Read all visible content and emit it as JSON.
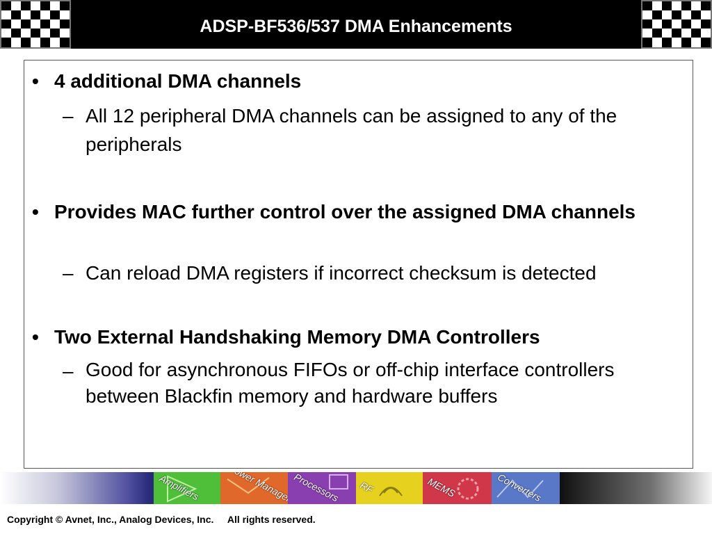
{
  "slide": {
    "title": "ADSP-BF536/537 DMA Enhancements",
    "bullets": [
      {
        "text": "4 additional DMA channels",
        "subs": [
          "All 12 peripheral DMA channels can be assigned to any of the peripherals"
        ]
      },
      {
        "text": "Provides MAC further control over the assigned DMA channels",
        "subs": [
          "Can reload DMA registers if incorrect checksum is detected"
        ]
      },
      {
        "text": "Two External Handshaking Memory DMA Controllers",
        "subs": [
          "Good for asynchronous FIFOs or off-chip interface controllers between Blackfin memory and hardware buffers"
        ]
      }
    ],
    "bullet_glyph": "•",
    "sub_glyph": "–"
  },
  "banner": {
    "tiles": [
      {
        "label": "Amplifiers",
        "color": "#4fbf3a"
      },
      {
        "label": "Power Management",
        "color": "#e0682a"
      },
      {
        "label": "Processors",
        "color": "#8a3fb0"
      },
      {
        "label": "RF",
        "color": "#e6d21e"
      },
      {
        "label": "MEMS",
        "color": "#d0384a"
      },
      {
        "label": "Converters",
        "color": "#5a78c8"
      }
    ]
  },
  "footer": {
    "copyright": "Copyright © Avnet, Inc., Analog Devices, Inc.",
    "rights": "All rights reserved."
  }
}
